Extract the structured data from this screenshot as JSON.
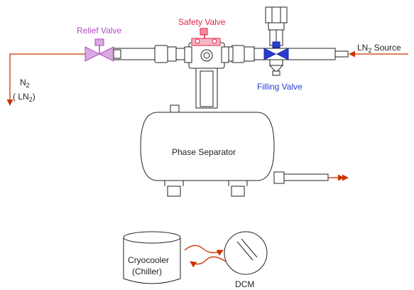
{
  "labels": {
    "safety_valve": "Safety Valve",
    "relief_valve": "Relief Valve",
    "filling_valve": "Filling Valve",
    "ln2_source_prefix": "LN",
    "ln2_source_sub": "2",
    "ln2_source_suffix": " Source",
    "n2_prefix": "N",
    "n2_sub": "2",
    "ln2_paren_open": "( LN",
    "ln2_paren_sub": "2",
    "ln2_paren_close": ")",
    "phase_separator": "Phase Separator",
    "cryocooler_line1": "Cryocooler",
    "cryocooler_line2": "(Chiller)",
    "dcm": "DCM"
  },
  "colors": {
    "flow_line": "#cc3300",
    "safety_valve": "#e8224a",
    "relief_valve": "#b04ac0",
    "filling_valve": "#2a3cd0",
    "equipment_stroke": "#222222"
  }
}
